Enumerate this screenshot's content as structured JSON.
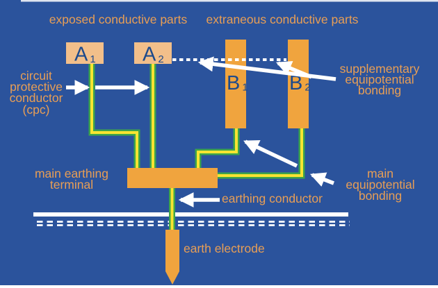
{
  "title": "earthing and bonding arrangement diagram",
  "colors": {
    "background": "#2b539c",
    "exposed_part_fill": "#f2bf8a",
    "extraneous_part_fill": "#f0a43e",
    "label_text": "#e89e55",
    "component_text": "#1d4a8c",
    "conductor_green": "#3da44a",
    "conductor_yellow": "#f8e431",
    "arrow_white": "#ffffff"
  },
  "headers": {
    "exposed": "exposed conductive parts",
    "extraneous": "extraneous conductive parts"
  },
  "components": {
    "a1": {
      "main": "A",
      "sub": "1"
    },
    "a2": {
      "main": "A",
      "sub": "2"
    },
    "b1": {
      "main": "B",
      "sub": "1"
    },
    "b2": {
      "main": "B",
      "sub": "2"
    }
  },
  "labels": {
    "cpc": {
      "lines": [
        "circuit",
        "protective",
        "conductor",
        "(cpc)"
      ]
    },
    "main_earthing_terminal": {
      "lines": [
        "main earthing",
        "terminal"
      ]
    },
    "supplementary_bonding": {
      "lines": [
        "supplementary",
        "equipotential",
        "bonding"
      ]
    },
    "main_bonding": {
      "lines": [
        "main",
        "equipotential",
        "bonding"
      ]
    },
    "earthing_conductor": "earthing conductor",
    "earth_electrode": "earth electrode"
  }
}
